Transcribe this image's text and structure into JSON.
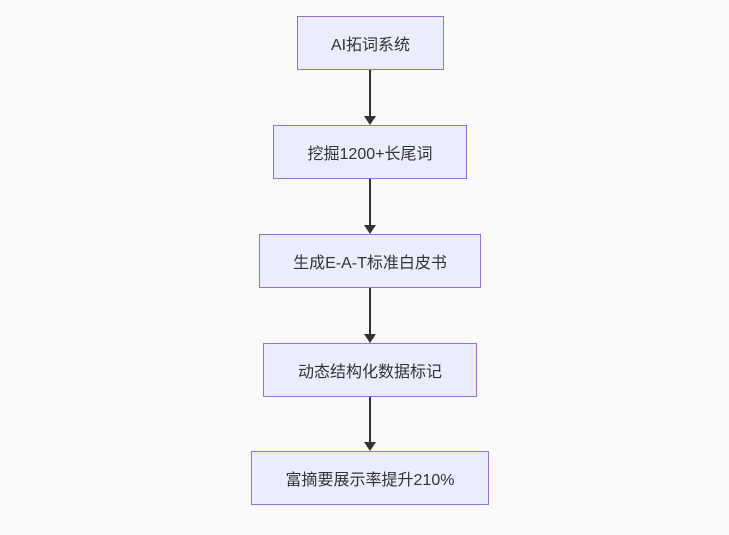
{
  "diagram": {
    "type": "flowchart-top-down",
    "nodes": [
      {
        "id": "node-1",
        "label": "AI拓词系统"
      },
      {
        "id": "node-2",
        "label": "挖掘1200+长尾词"
      },
      {
        "id": "node-3",
        "label": "生成E-A-T标准白皮书"
      },
      {
        "id": "node-4",
        "label": "动态结构化数据标记"
      },
      {
        "id": "node-5",
        "label": "富摘要展示率提升210%"
      }
    ],
    "edges": [
      {
        "from": "node-1",
        "to": "node-2"
      },
      {
        "from": "node-2",
        "to": "node-3"
      },
      {
        "from": "node-3",
        "to": "node-4"
      },
      {
        "from": "node-4",
        "to": "node-5"
      }
    ],
    "colors": {
      "background": "#FAFAFA",
      "node_fill": "#ECECFF",
      "node_border": "#9370DB",
      "text": "#333333",
      "arrow": "#333333"
    }
  }
}
